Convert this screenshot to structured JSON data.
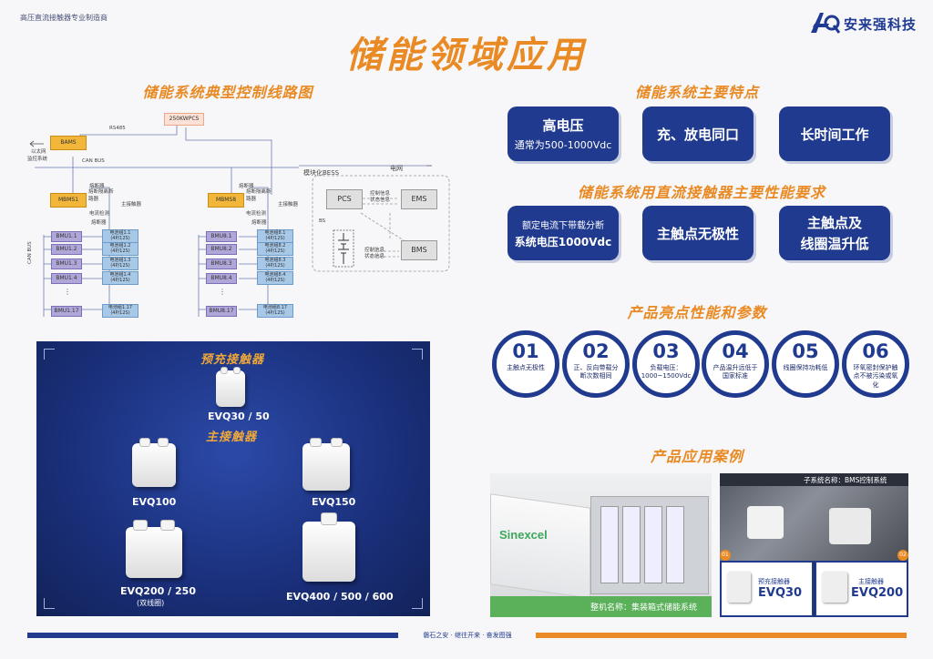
{
  "header": {
    "tagline": "高压直流接触器专业制造商",
    "brand": "安来强科技",
    "main_title": "储能领域应用"
  },
  "sections": {
    "diagram_title": "储能系统典型控制线路图",
    "features_title": "储能系统主要特点",
    "requirements_title": "储能系统用直流接触器主要性能要求",
    "highlights_title": "产品亮点性能和参数",
    "cases_title": "产品应用案例"
  },
  "features": [
    {
      "big": "高电压",
      "small": "通常为500-1000Vdc"
    },
    {
      "big": "充、放电同口",
      "small": ""
    },
    {
      "big": "长时间工作",
      "small": ""
    }
  ],
  "requirements": [
    {
      "line1": "额定电流下带载分断",
      "line2": "系统电压1000Vdc"
    },
    {
      "line1": "主触点无极性",
      "line2": ""
    },
    {
      "line1": "主触点及",
      "line2": "线圈温升低"
    }
  ],
  "highlights": [
    {
      "num": "01",
      "desc": "主触点无极性"
    },
    {
      "num": "02",
      "desc": "正、反向带载分断次数相同"
    },
    {
      "num": "03",
      "desc": "负载电压：1000~1500Vdc"
    },
    {
      "num": "04",
      "desc": "产品温升远低于国家标准"
    },
    {
      "num": "05",
      "desc": "线圈保持功耗低"
    },
    {
      "num": "06",
      "desc": "环氧密封保护触点不被污染或氧化"
    }
  ],
  "diagram": {
    "pcs250": "250KWPCS",
    "rs485": "RS485",
    "bams": "BAMS",
    "ethernet": "以太网",
    "monitor": "监控系统",
    "canbus": "CAN BUS",
    "canbus_v": "CAN BUS",
    "mbms1": "MBMS1",
    "mbms8": "MBMS8",
    "fuse": "熔断器",
    "isolation": "熔断隔离断路器",
    "main_contactor": "主接触器",
    "current_detect": "电流检测",
    "bmu1": [
      "BMU1.1",
      "BMU1.2",
      "BMU1.3",
      "BMU1.4",
      "BMU1.17"
    ],
    "bmu8": [
      "BMU8.1",
      "BMU8.2",
      "BMU8.3",
      "BMU8.4",
      "BMU8.17"
    ],
    "cells1": [
      "电池组1.1\n(4P/12S)",
      "电池组1.2\n(4P/12S)",
      "电池组1.3\n(4P/12S)",
      "电池组1.4\n(4P/12S)",
      "电池组1.17\n(4P/12S)"
    ],
    "cells8": [
      "电池组8.1\n(4P/12S)",
      "电池组8.2\n(4P/12S)",
      "电池组8.3\n(4P/12S)",
      "电池组8.4\n(4P/12S)",
      "电池组8.17\n(4P/12S)"
    ],
    "bess": "模块化BESS",
    "grid": "电网",
    "pcs": "PCS",
    "ems": "EMS",
    "bms": "BMS",
    "bs": "BS",
    "ctrl_info": "控制信息",
    "status_info": "状态信息"
  },
  "products": {
    "precharge_title": "预充接触器",
    "main_title": "主接触器",
    "evq30": "EVQ30 / 50",
    "evq100": "EVQ100",
    "evq150": "EVQ150",
    "evq200": "EVQ200 / 250",
    "evq200_sub": "(双线圈)",
    "evq400": "EVQ400 / 500 / 600"
  },
  "cases": {
    "container_brand": "Sinexcel",
    "container_caption": "整机名称：集装箱式储能系统",
    "bms_caption": "子系统名称：BMS控制系统",
    "pre_label": "预充接触器",
    "pre_model": "EVQ30",
    "main_label": "主接触器",
    "main_model": "EVQ200",
    "tag1": "01",
    "tag2": "02"
  },
  "footer": {
    "slogan": "磐石之安 · 继往开来 · 奋发图强"
  }
}
